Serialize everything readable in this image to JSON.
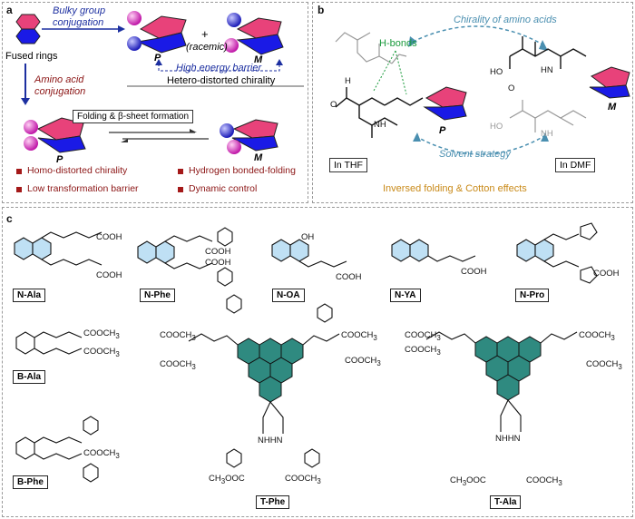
{
  "panel_a": {
    "label": "a",
    "bulky_group": "Bulky group\nconjugation",
    "fused_rings": "Fused rings",
    "racemic": "(racemic)",
    "plus": "+",
    "P": "P",
    "M": "M",
    "high_energy_barrier": "High energy barrier",
    "hetero_distorted": "Hetero-distorted chirality",
    "amino_acid": "Amino acid\nconjugation",
    "folding": "Folding & β-sheet formation",
    "bullets": [
      "Homo-distorted chirality",
      "Hydrogen bonded-folding",
      "Low transformation barrier",
      "Dynamic control"
    ]
  },
  "panel_b": {
    "label": "b",
    "chirality": "Chirality of amino acids",
    "h_bonds": "H-bonds",
    "P": "P",
    "M": "M",
    "in_thf": "In THF",
    "in_dmf": "In DMF",
    "solvent": "Solvent strategy",
    "inversed": "Inversed folding & Cotton effects",
    "H": "H",
    "O": "O",
    "NH": "NH",
    "HO": "HO",
    "HN": "HN"
  },
  "panel_c": {
    "label": "c",
    "compounds": [
      "N-Ala",
      "N-Phe",
      "N-OA",
      "N-YA",
      "N-Pro",
      "B-Ala",
      "T-Phe",
      "T-Ala",
      "B-Phe"
    ],
    "cooh": "COOH",
    "cooch3": "COOCH",
    "sub3": "3",
    "ch3ooc": "CH",
    "ooc": "OOC",
    "oh": "OH",
    "n": "N",
    "h": "H",
    "o": "O",
    "nh": "NH",
    "nhhn": "NHHN"
  },
  "colors": {
    "blue_ring": "#1a1ae6",
    "pink_ring": "#e8427a",
    "sphere_pink": "#e030c8",
    "sphere_blue": "#2c2cd8",
    "teal": "#2f8a80",
    "naph_fill": "#bfe0f4",
    "text_blue": "#1c2fa0",
    "text_red": "#8b1414",
    "text_green": "#1a9a3c"
  }
}
